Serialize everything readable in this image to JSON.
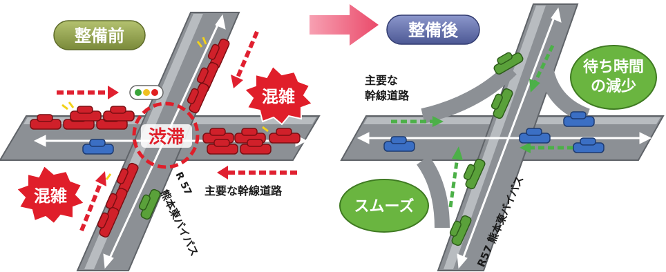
{
  "before": {
    "title": "整備前",
    "jam_label": "渋滞",
    "congestion_label_top": "混雑",
    "congestion_label_bottom": "混雑",
    "arterial_label": "主要な幹線道路",
    "bypass_route": "R\n57",
    "bypass_label": "熊本東バイパス"
  },
  "after": {
    "title": "整備後",
    "arterial_label_line1": "主要な",
    "arterial_label_line2": "幹線道路",
    "wait_line1": "待ち時間",
    "wait_line2": "の減少",
    "smooth_label": "スムーズ",
    "bypass_label": "R57 熊本東バイパス"
  },
  "colors": {
    "road": "#9a9ea3",
    "road_dark": "#6e7277",
    "car_red": "#d0202a",
    "car_blue": "#3b6fc4",
    "car_green": "#5aa13a",
    "dashed_red": "#e02030",
    "dashed_green": "#4cb048",
    "pill_olive": "#8a9a48",
    "pill_navy": "#5d6aa8",
    "burst_red": "#e01e2a",
    "circle_green": "#6ab540",
    "arrow_pink": "#f0607a"
  }
}
